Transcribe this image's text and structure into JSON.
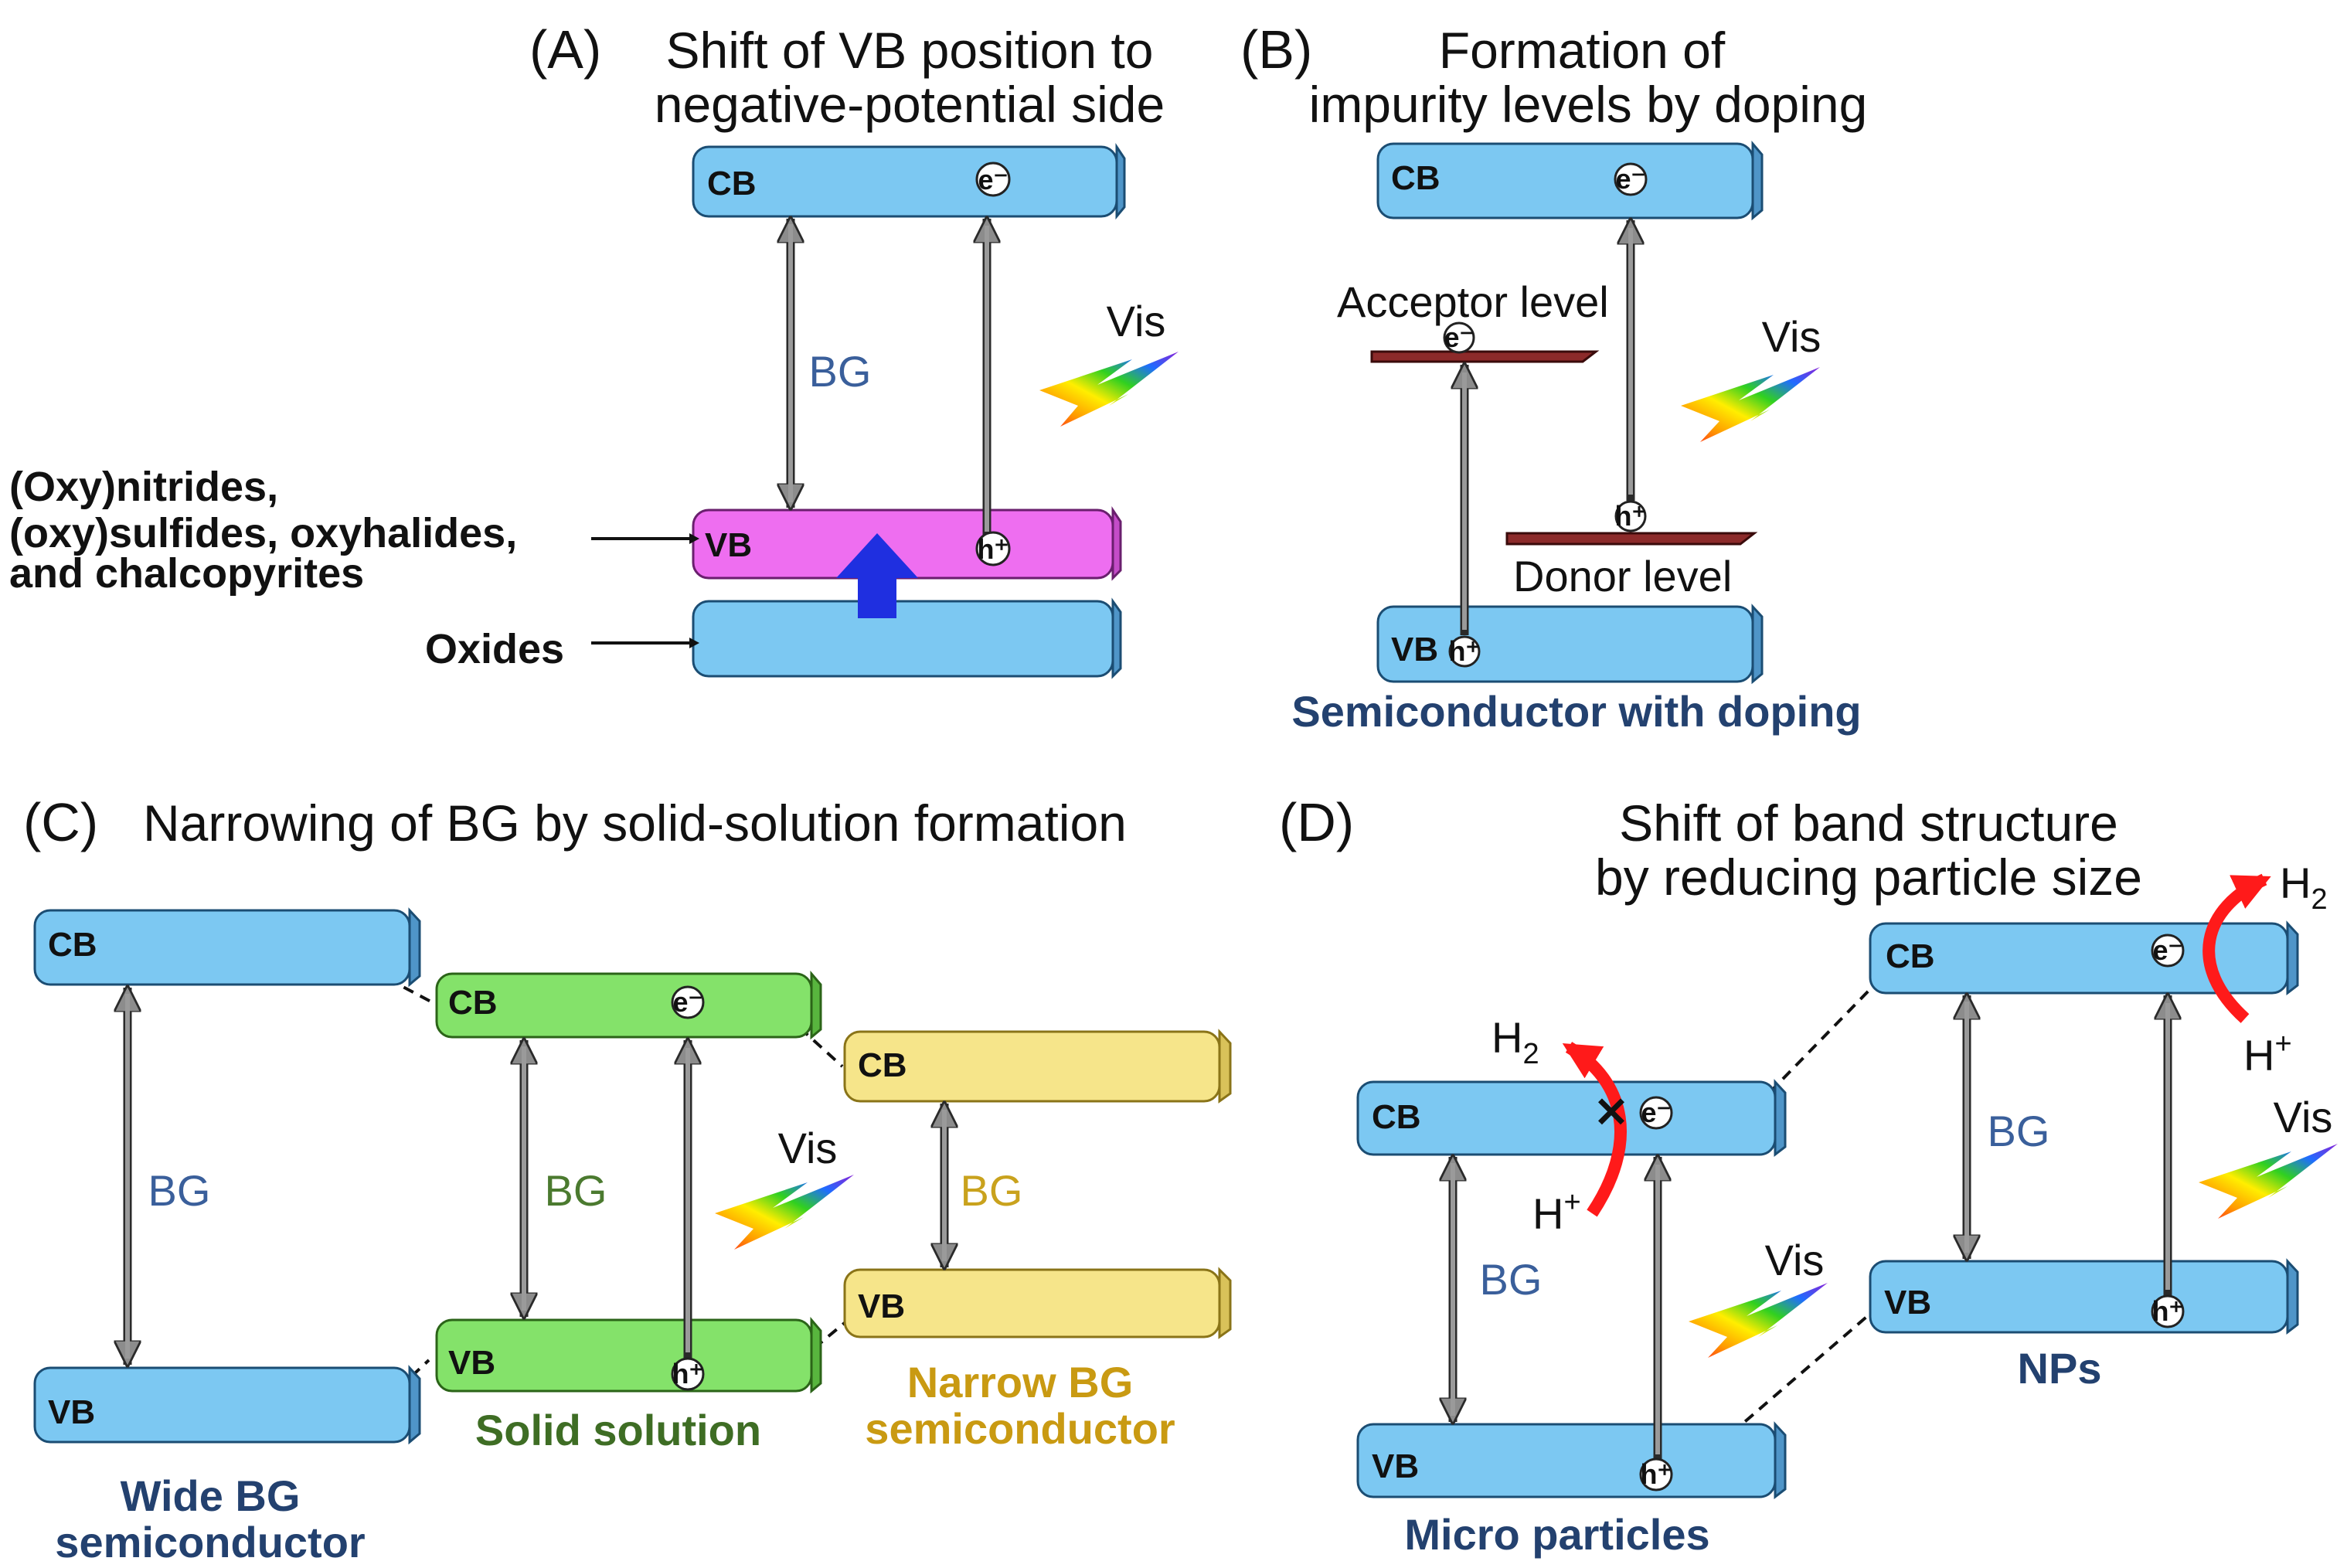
{
  "colors": {
    "cb_blue": "#7cc8f2",
    "vb_magenta": "#ee6ef0",
    "solid_green": "#84e26a",
    "narrow_yellow": "#f6e58a",
    "bg_blue_text": "#3a5f9b",
    "bg_green_text": "#4b7a2f",
    "bg_yellow_text": "#c9a21d",
    "purple_text": "#6b1b78",
    "navy_text": "#23416f",
    "green_text": "#3e6d24",
    "yellow_text": "#c99a12",
    "push_arrow": "#1f2fe0",
    "reaction_arrow": "#ff1a1a"
  },
  "panel_a": {
    "letter": "(A)",
    "title_line1": "Shift of VB position to",
    "title_line2": "negative-potential side",
    "cb": "CB",
    "vb": "VB",
    "bg": "BG",
    "vis": "Vis",
    "electron": "e⁻",
    "hole": "h⁺",
    "label_line1": "(Oxy)nitrides,",
    "label_line2": "(oxy)sulfides, oxyhalides,",
    "label_line3": "and chalcopyrites",
    "oxides": "Oxides"
  },
  "panel_b": {
    "letter": "(B)",
    "title_line1": "Formation of",
    "title_line2": "impurity levels by doping",
    "cb": "CB",
    "vb": "VB",
    "vis": "Vis",
    "electron": "e⁻",
    "hole": "h⁺",
    "acceptor": "Acceptor level",
    "donor": "Donor level",
    "caption": "Semiconductor with doping"
  },
  "panel_c": {
    "letter": "(C)",
    "title": "Narrowing of BG by solid-solution formation",
    "cb": "CB",
    "vb": "VB",
    "bg": "BG",
    "vis": "Vis",
    "electron": "e⁻",
    "hole": "h⁺",
    "wide_line1": "Wide BG",
    "wide_line2": "semiconductor",
    "solid": "Solid solution",
    "narrow_line1": "Narrow BG",
    "narrow_line2": "semiconductor"
  },
  "panel_d": {
    "letter": "(D)",
    "title_line1": "Shift of band structure",
    "title_line2": "by reducing particle size",
    "cb": "CB",
    "vb": "VB",
    "bg": "BG",
    "vis": "Vis",
    "electron": "e⁻",
    "hole": "h⁺",
    "h2": "H",
    "h2_sub": "2",
    "hplus": "H",
    "hplus_sup": "+",
    "blocked": "✕",
    "micro": "Micro particles",
    "nps": "NPs"
  }
}
